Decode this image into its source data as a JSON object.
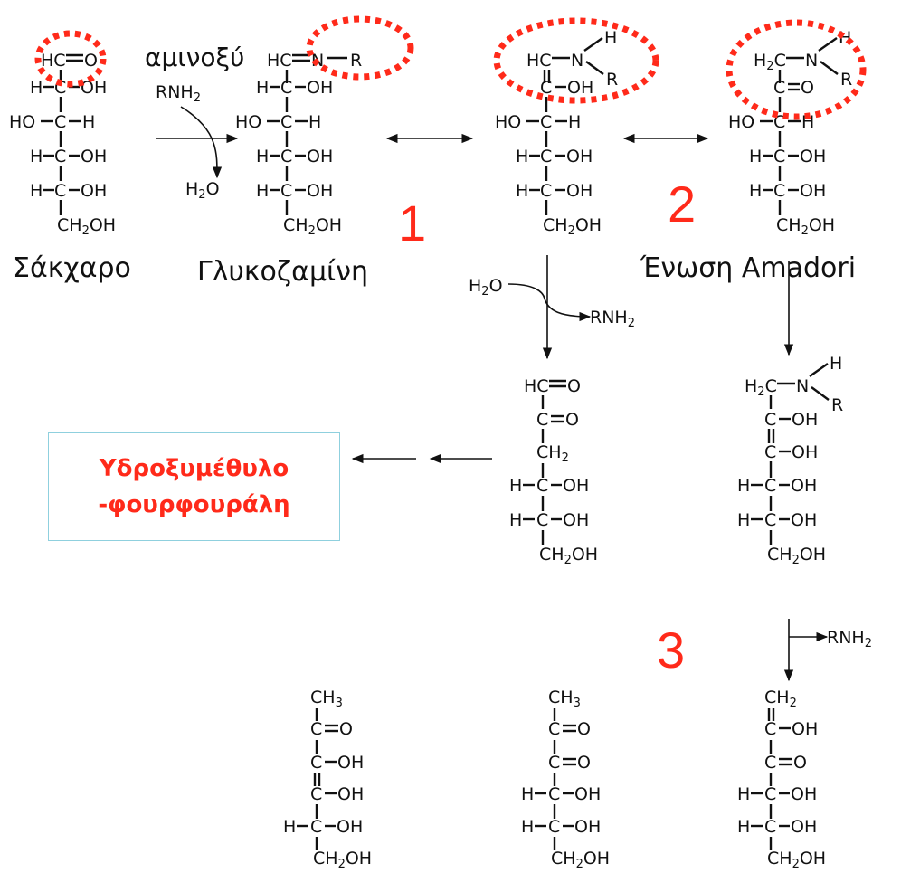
{
  "colors": {
    "accent": "#ff2a1a",
    "ink": "#111111",
    "box_border": "#8fd0de"
  },
  "labels": {
    "reagent_top": "αμινοξύ",
    "rnh2": "RNH",
    "h2o": "H",
    "sugar": "Σάκχαρο",
    "glucosamine": "Γλυκοζαμίνη",
    "amadori": "Ένωση Amadori",
    "hmf_line1": "Υδροξυμέθυλο",
    "hmf_line2": "-φουρφουράλη",
    "step1": "1",
    "step2": "2",
    "step3": "3"
  }
}
